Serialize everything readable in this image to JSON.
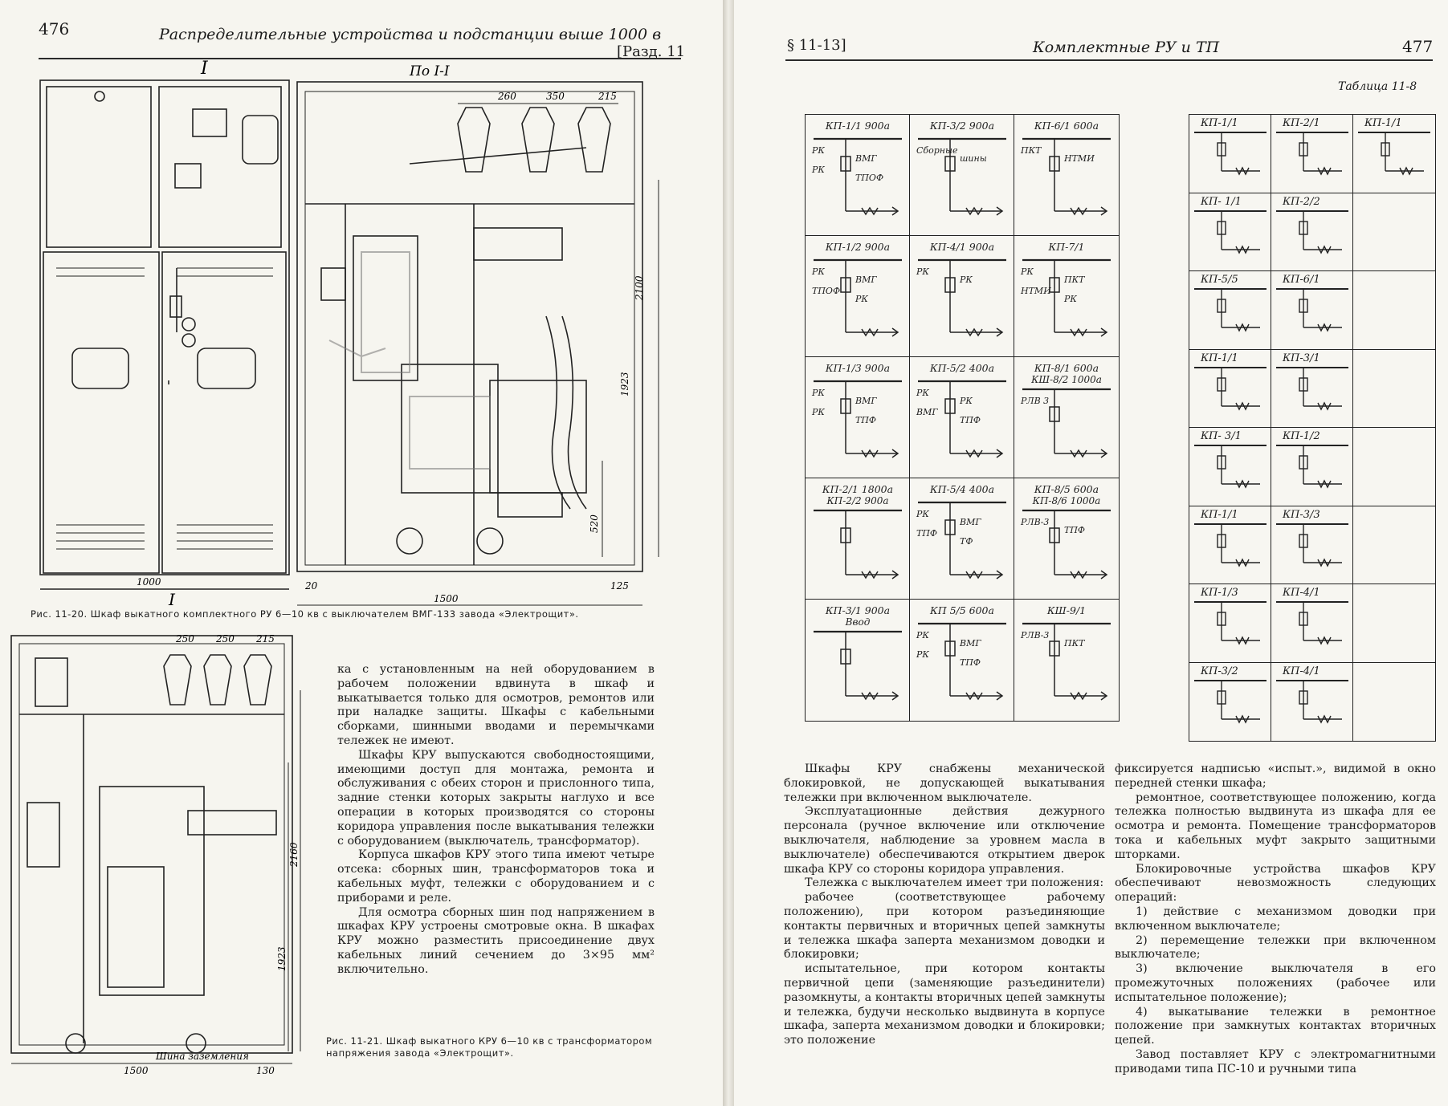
{
  "left_page": {
    "page_number": "476",
    "running_head": "Распределительные устройства и подстанции выше 1000 в",
    "section_ref": "[Разд. 11",
    "fig1": {
      "section_mark": "I",
      "view_label": "По I-I",
      "section_mark_bottom": "I",
      "dims": [
        "260",
        "350",
        "215",
        "2100",
        "1923",
        "520",
        "1000",
        "1500",
        "20",
        "125"
      ],
      "caption": "Рис. 11-20. Шкаф выкатного комплектного РУ 6—10 кв с выключателем ВМГ-133 завода «Электрощит»."
    },
    "fig2": {
      "dims": [
        "250",
        "250",
        "215",
        "2160",
        "1923",
        "1500",
        "130"
      ],
      "ground_label": "Шина заземления",
      "caption": "Рис. 11-21. Шкаф выкатного КРУ 6—10 кв с трансформатором напряжения завода «Электрощит»."
    },
    "text": [
      "ка с установленным на ней оборудованием в рабочем положении вдвинута в шкаф и выкатывается только для осмотров, ремонтов или при наладке защиты. Шкафы с кабельными сборками, шинными вводами и перемычками тележек не имеют.",
      "Шкафы КРУ выпускаются свободностоящими, имеющими доступ для монтажа, ремонта и обслуживания с обеих сторон и прислонного типа, задние стенки которых закрыты наглухо и все операции в которых производятся со стороны коридора управления после выкатывания тележки с оборудованием (выключатель, трансформатор).",
      "Корпуса шкафов КРУ этого типа имеют четыре отсека: сборных шин, трансформаторов тока и кабельных муфт, тележки с оборудованием и с приборами и реле.",
      "Для осмотра сборных шин под напряжением в шкафах КРУ устроены смотровые окна. В шкафах КРУ можно разместить присоединение двух кабельных линий сечением до 3×95 мм² включительно."
    ]
  },
  "right_page": {
    "section_ref": "§ 11-13]",
    "running_head": "Комплектные РУ и ТП",
    "page_number": "477",
    "table_caption": "Таблица 11-8",
    "schemes": [
      {
        "label": "КП-1/1 900а",
        "parts": [
          "РК",
          "ВМГ",
          "РК",
          "ТПОФ"
        ]
      },
      {
        "label": "КП-3/2 900а",
        "parts": [
          "Сборные",
          "шины"
        ]
      },
      {
        "label": "КП-6/1 600а",
        "parts": [
          "ПКТ",
          "НТМИ"
        ]
      },
      {
        "label": "КП-1/2 900а",
        "parts": [
          "РК",
          "ВМГ",
          "ТПОФ",
          "РК"
        ]
      },
      {
        "label": "КП-4/1 900а",
        "parts": [
          "РК",
          "РК"
        ]
      },
      {
        "label": "КП-7/1",
        "parts": [
          "РК",
          "ПКТ",
          "НТМИ",
          "РК"
        ]
      },
      {
        "label": "КП-1/3 900а",
        "parts": [
          "РК",
          "ВМГ",
          "РК",
          "ТПФ"
        ]
      },
      {
        "label": "КП-5/2 400а",
        "parts": [
          "РК",
          "РК",
          "ВМГ",
          "ТПФ"
        ]
      },
      {
        "label": "КП-8/1 600а",
        "label2": "КШ-8/2 1000а",
        "parts": [
          "РЛВ 3"
        ]
      },
      {
        "label": "КП-2/1 1800а",
        "label2": "КП-2/2 900а",
        "parts": []
      },
      {
        "label": "КП-5/4 400а",
        "parts": [
          "РК",
          "ВМГ",
          "ТПФ",
          "ТФ"
        ]
      },
      {
        "label": "КП-8/5 600а",
        "label2": "КП-8/6 1000а",
        "parts": [
          "РЛВ-3",
          "ТПФ"
        ]
      },
      {
        "label": "КП-3/1 900а",
        "label2": "Ввод",
        "parts": []
      },
      {
        "label": "КП 5/5 600а",
        "parts": [
          "РК",
          "ВМГ",
          "РК",
          "ТПФ"
        ]
      },
      {
        "label": "КШ-9/1",
        "parts": [
          "РЛВ-3",
          "ПКТ"
        ]
      }
    ],
    "side_table": [
      [
        "КП-1/1",
        "КП-2/1",
        "КП-1/1"
      ],
      [
        "КП- 1/1",
        "КП-2/2",
        ""
      ],
      [
        "КП-5/5",
        "КП-6/1",
        ""
      ],
      [
        "КП-1/1",
        "КП-3/1",
        ""
      ],
      [
        "КП- 3/1",
        "КП-1/2",
        ""
      ],
      [
        "КП-1/1",
        "КП-3/3",
        ""
      ],
      [
        "КП-1/3",
        "КП-4/1",
        ""
      ],
      [
        "КП-3/2",
        "КП-4/1",
        ""
      ]
    ],
    "text_col1": [
      {
        "t": "Шкафы КРУ снабжены механической блокировкой, не допускающей выкатывания тележки при включенном выключателе.",
        "ind": true
      },
      {
        "t": "Эксплуатационные действия дежурного персонала (ручное включение или отключение выключателя, наблюдение за уровнем масла в выключателе) обеспечиваются открытием дверок шкафа КРУ со стороны коридора управления.",
        "ind": true
      },
      {
        "t": "Тележка с выключателем имеет три положения:",
        "ind": true
      },
      {
        "t": "рабочее (соответствующее рабочему положению), при котором разъединяющие контакты первичных и вторичных цепей замкнуты и тележка шкафа заперта механизмом доводки и блокировки;",
        "ind": true
      },
      {
        "t": "испытательное, при котором контакты первичной цепи (заменяющие разъединители) разомкнуты, а контакты вторичных цепей замкнуты и тележка, будучи несколько выдвинута в корпусе шкафа, заперта механизмом доводки и блокировки; это положение",
        "ind": true
      }
    ],
    "text_col2": [
      {
        "t": "фиксируется надписью «испыт.», видимой в окно передней стенки шкафа;",
        "ind": false
      },
      {
        "t": "ремонтное, соответствующее положению, когда тележка полностью выдвинута из шкафа для ее осмотра и ремонта. Помещение трансформаторов тока и кабельных муфт закрыто защитными шторками.",
        "ind": true
      },
      {
        "t": "Блокировочные устройства шкафов КРУ обеспечивают невозможность следующих операций:",
        "ind": true
      },
      {
        "t": "1) действие с механизмом доводки при включенном выключателе;",
        "ind": true
      },
      {
        "t": "2) перемещение тележки при включенном выключателе;",
        "ind": true
      },
      {
        "t": "3) включение выключателя в его промежуточных положениях (рабочее или испытательное положение);",
        "ind": true
      },
      {
        "t": "4) выкатывание тележки в ремонтное положение при замкнутых контактах вторичных цепей.",
        "ind": true
      },
      {
        "t": "Завод поставляет КРУ с электромагнитными приводами типа ПС-10 и ручными типа",
        "ind": true
      }
    ]
  }
}
